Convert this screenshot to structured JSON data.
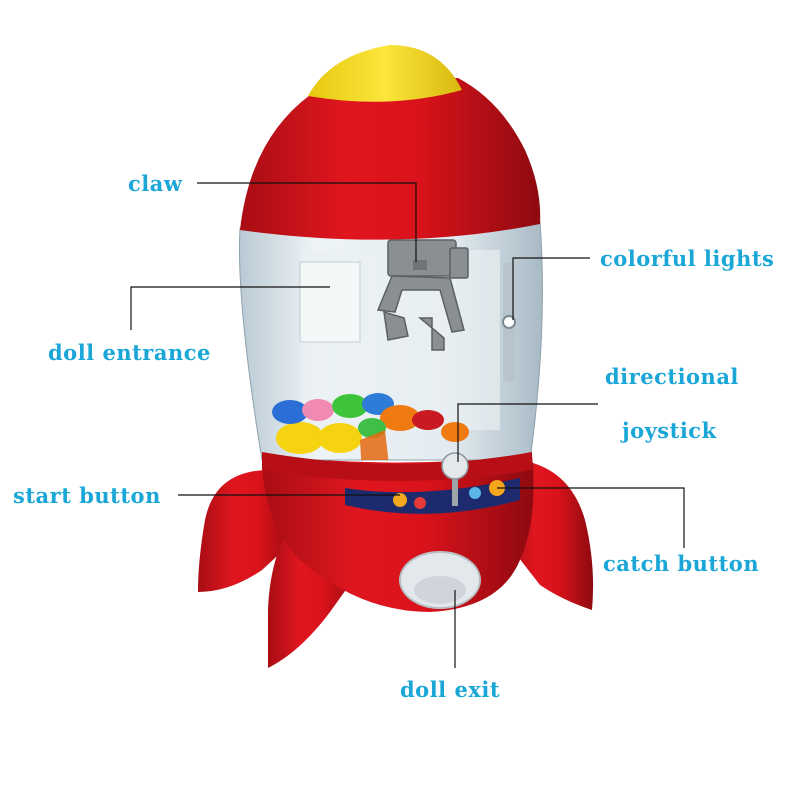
{
  "colors": {
    "label": "#1aa7d8",
    "leader_line": "#111111",
    "rocket_red": "#d9121b",
    "rocket_dark_red": "#a80d13",
    "nose_yellow": "#f3dc1c",
    "dome_glass": "#d8e6ee",
    "claw_gray": "#8a8f93",
    "background": "#ffffff"
  },
  "labels": {
    "claw": "claw",
    "colorful_lights": "colorful lights",
    "doll_entrance": "doll entrance",
    "directional_line1": "directional",
    "directional_line2": "joystick",
    "start_button": "start button",
    "catch_button": "catch button",
    "doll_exit": "doll exit"
  }
}
